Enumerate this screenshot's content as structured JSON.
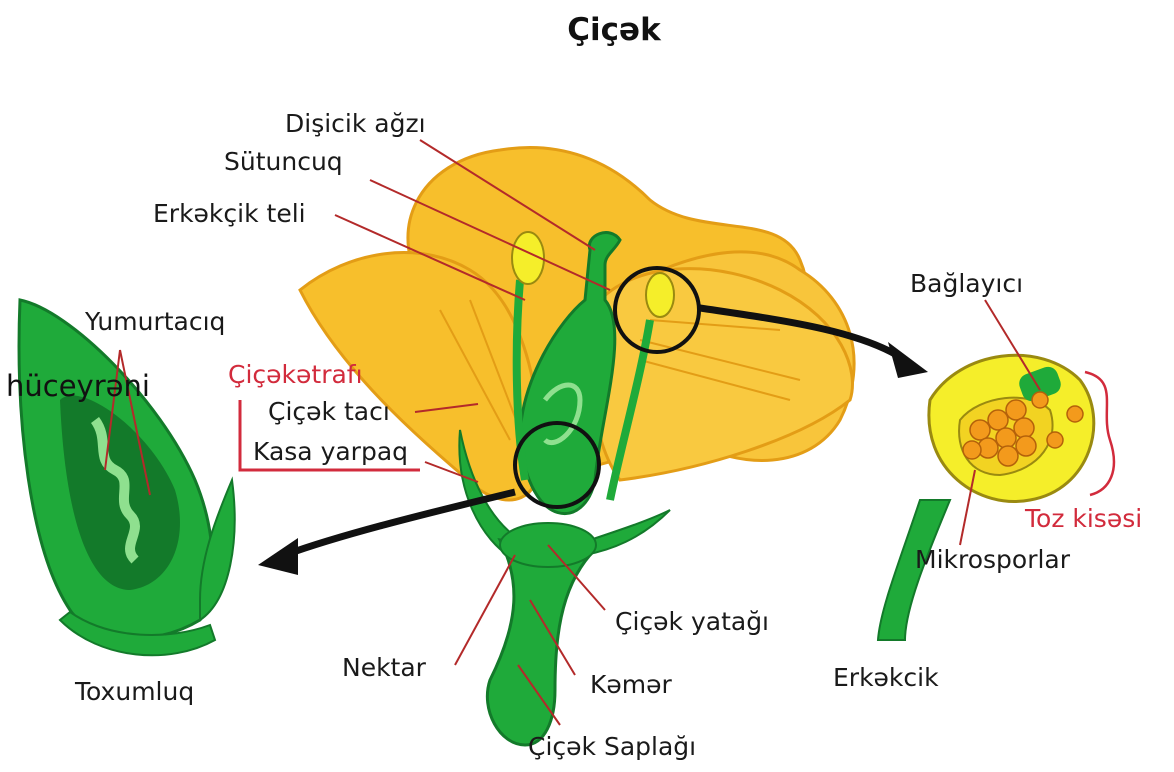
{
  "title": "Çiçək",
  "labels": {
    "disicik_agzi": "Dişicik ağzı",
    "sutuncuq": "Sütuncuq",
    "erkekcik_teli": "Erkəkçik teli",
    "yumurtaciq": "Yumurtacıq",
    "huceyreni": "hüceyrəni",
    "cicekatrafi": "Çiçəkətrafı",
    "cicek_taci": "Çiçək tacı",
    "kasa_yarpaq": "Kasa yarpaq",
    "toxumluq": "Toxumluq",
    "nektar": "Nektar",
    "kemer": "Kəmər",
    "cicek_yatagi": "Çiçək yatağı",
    "cicek_saplagi": "Çiçək Saplağı",
    "baglayici": "Bağlayıcı",
    "toz_kisesi": "Toz kisəsi",
    "mikrosporlar": "Mikrosporlar",
    "erkekcik": "Erkəkcik"
  },
  "colors": {
    "petal": "#f7bf2c",
    "petal_dark": "#e39d16",
    "green": "#1faa3a",
    "green_dark": "#137a2a",
    "anther": "#f5ee2a",
    "microspore": "#f39a1c",
    "leader": "#b32a2a",
    "accent_red": "#d22b3c"
  }
}
